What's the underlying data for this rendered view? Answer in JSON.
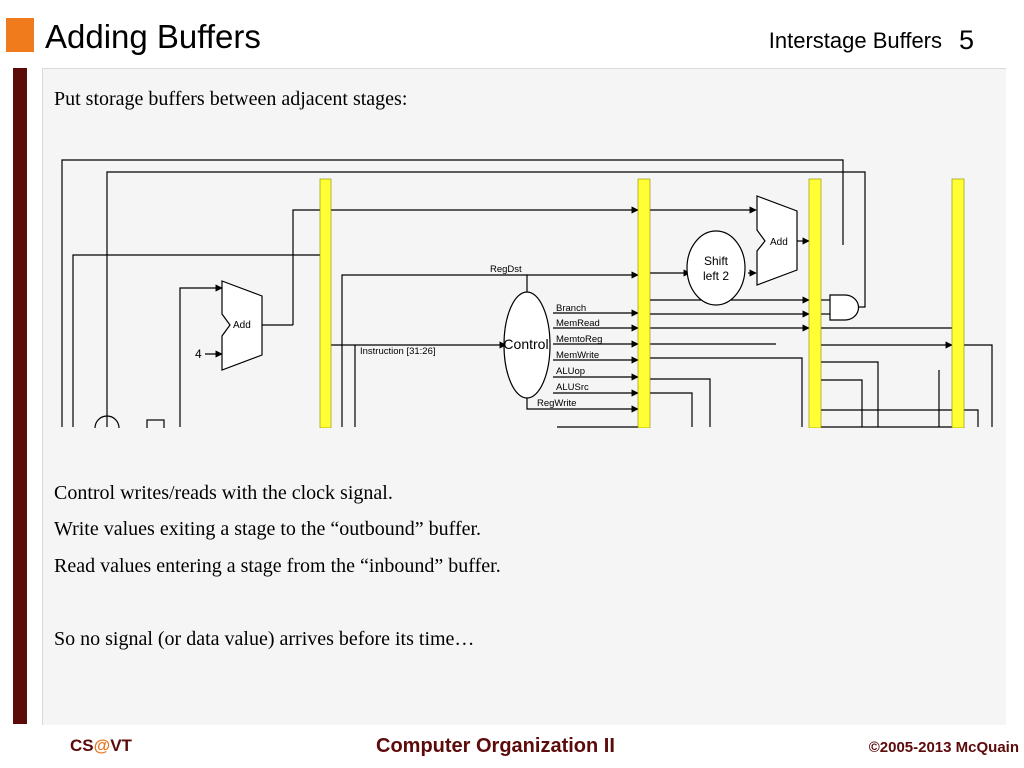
{
  "header": {
    "title": "Adding Buffers",
    "topic": "Interstage Buffers",
    "page_number": "5"
  },
  "content": {
    "intro": "Put storage buffers between adjacent stages:",
    "lines": [
      "Control writes/reads with the clock signal.",
      "Write values exiting a stage to the “outbound” buffer.",
      "Read values entering a stage from the “inbound” buffer.",
      "So no signal (or data value) arrives before its time…"
    ]
  },
  "diagram": {
    "colors": {
      "buffer": "#ffff33",
      "wire": "#000000"
    },
    "labels": {
      "add1": "Add",
      "add2": "Add",
      "shift_line1": "Shift",
      "shift_line2": "left 2",
      "control": "Control",
      "four": "4",
      "instruction": "Instruction [31:26]",
      "regdst": "RegDst",
      "branch": "Branch",
      "memread": "MemRead",
      "memtoreg": "MemtoReg",
      "memwrite": "MemWrite",
      "aluop": "ALUop",
      "alusrc": "ALUSrc",
      "regwrite": "RegWrite"
    }
  },
  "footer": {
    "cs": "CS",
    "at": "@",
    "vt": "VT",
    "course": "Computer Organization II",
    "copyright": "©2005-2013 McQuain"
  }
}
